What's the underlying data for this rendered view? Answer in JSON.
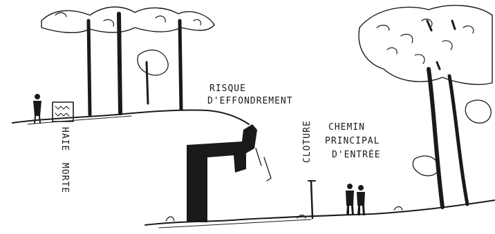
{
  "labels": {
    "risk_line1": "RISQUE",
    "risk_line2": "D'EFFONDREMENT",
    "fence": "CLOTURE",
    "path_line1": "CHEMIN",
    "path_line2": "PRINCIPAL",
    "path_line3": "D'ENTRÉE",
    "hedge_line1": "HAIE",
    "hedge_line2": "MORTE"
  },
  "colors": {
    "ink": "#1a1a1a",
    "paper": "#ffffff"
  }
}
